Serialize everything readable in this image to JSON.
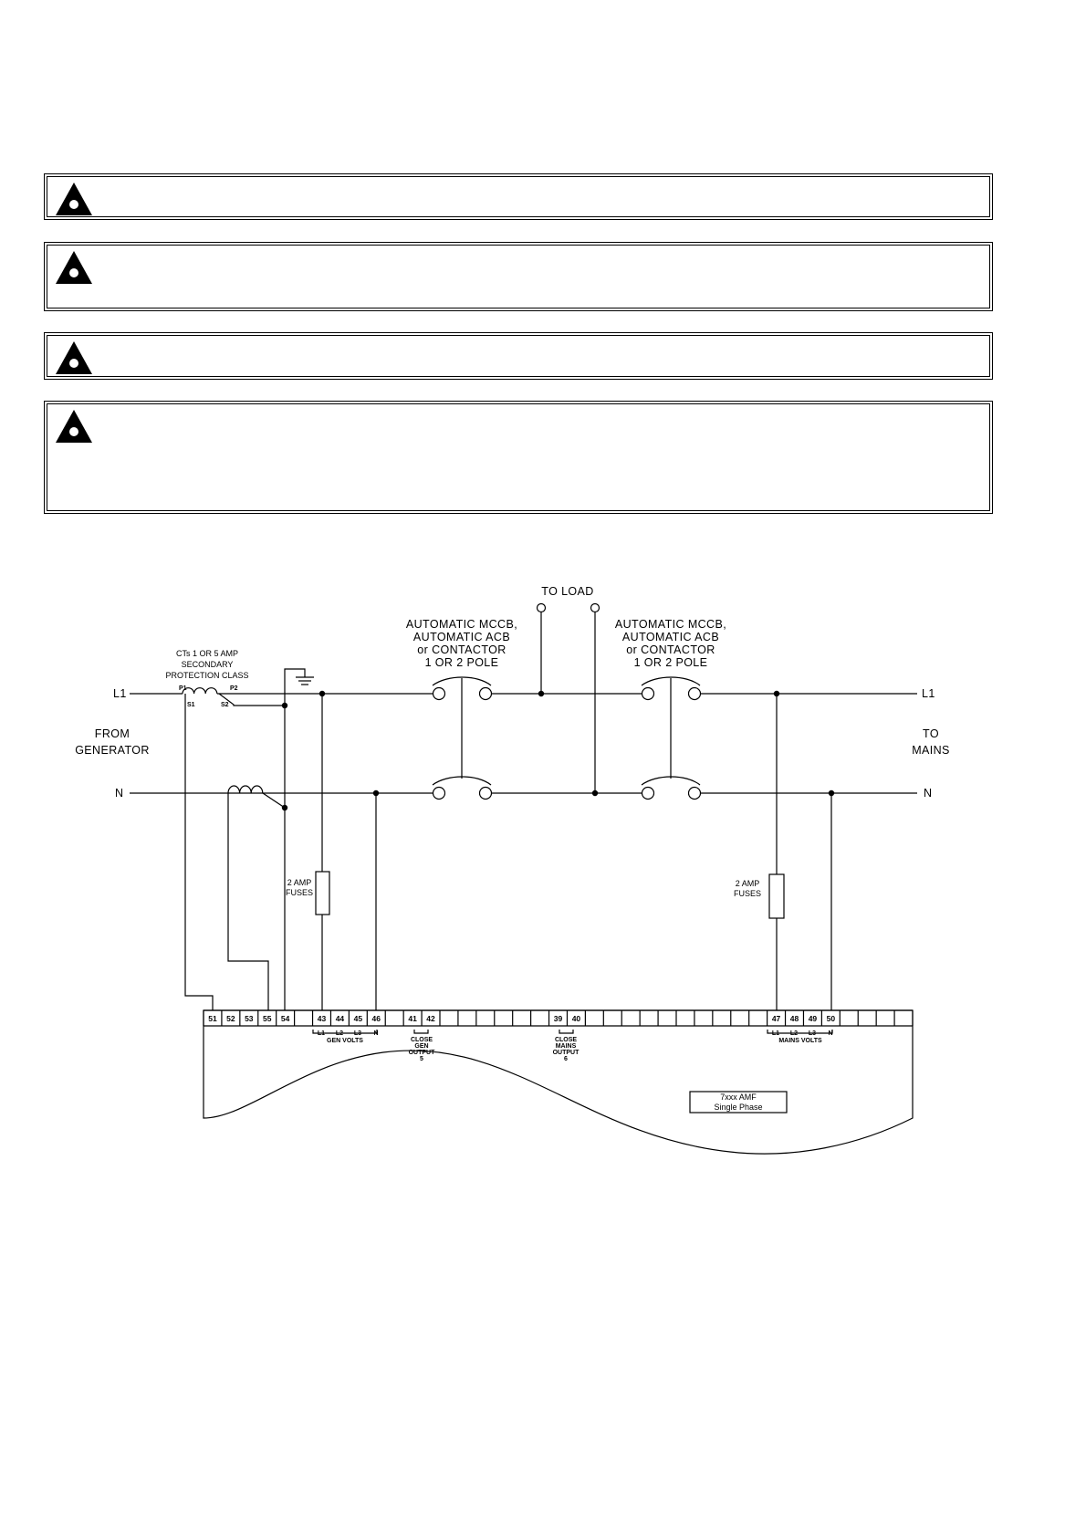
{
  "warnings": [
    {
      "icon": "warning-triangle-icon"
    },
    {
      "icon": "warning-triangle-icon"
    },
    {
      "icon": "warning-triangle-icon"
    },
    {
      "icon": "warning-triangle-icon"
    }
  ],
  "diagram": {
    "to_load": "TO LOAD",
    "breaker_left": [
      "AUTOMATIC MCCB,",
      "AUTOMATIC ACB",
      "or CONTACTOR",
      "1 OR 2 POLE"
    ],
    "breaker_right": [
      "AUTOMATIC MCCB,",
      "AUTOMATIC ACB",
      "or CONTACTOR",
      "1 OR 2 POLE"
    ],
    "ct_label": [
      "CTs 1 OR 5 AMP",
      "SECONDARY",
      "PROTECTION CLASS"
    ],
    "ct_p1": "P1",
    "ct_p2": "P2",
    "ct_s1": "S1",
    "ct_s2": "S2",
    "l1_left": "L1",
    "n_left": "N",
    "l1_right": "L1",
    "n_right": "N",
    "from": [
      "FROM",
      "GENERATOR"
    ],
    "to": [
      "TO",
      "MAINS"
    ],
    "fuse_left": [
      "2 AMP",
      "FUSES"
    ],
    "fuse_right": [
      "2 AMP",
      "FUSES"
    ],
    "terminals": [
      "51",
      "52",
      "53",
      "55",
      "54",
      "",
      "43",
      "44",
      "45",
      "46",
      "",
      "41",
      "42",
      "",
      "",
      "",
      "",
      "",
      "",
      "39",
      "40",
      "",
      "",
      "",
      "",
      "",
      "",
      "",
      "",
      "",
      "",
      "47",
      "48",
      "49",
      "50",
      "",
      "",
      "",
      ""
    ],
    "gen_phase_labels": [
      "L1",
      "L2",
      "L3",
      "N"
    ],
    "gen_volts": "GEN VOLTS",
    "mains_phase_labels": [
      "L1",
      "L2",
      "L3",
      "N"
    ],
    "mains_volts": "MAINS VOLTS",
    "close_gen": [
      "CLOSE",
      "GEN",
      "OUTPUT",
      "5"
    ],
    "close_mains": [
      "CLOSE",
      "MAINS",
      "OUTPUT",
      "6"
    ],
    "controller": [
      "7xxx AMF",
      "Single Phase"
    ]
  }
}
